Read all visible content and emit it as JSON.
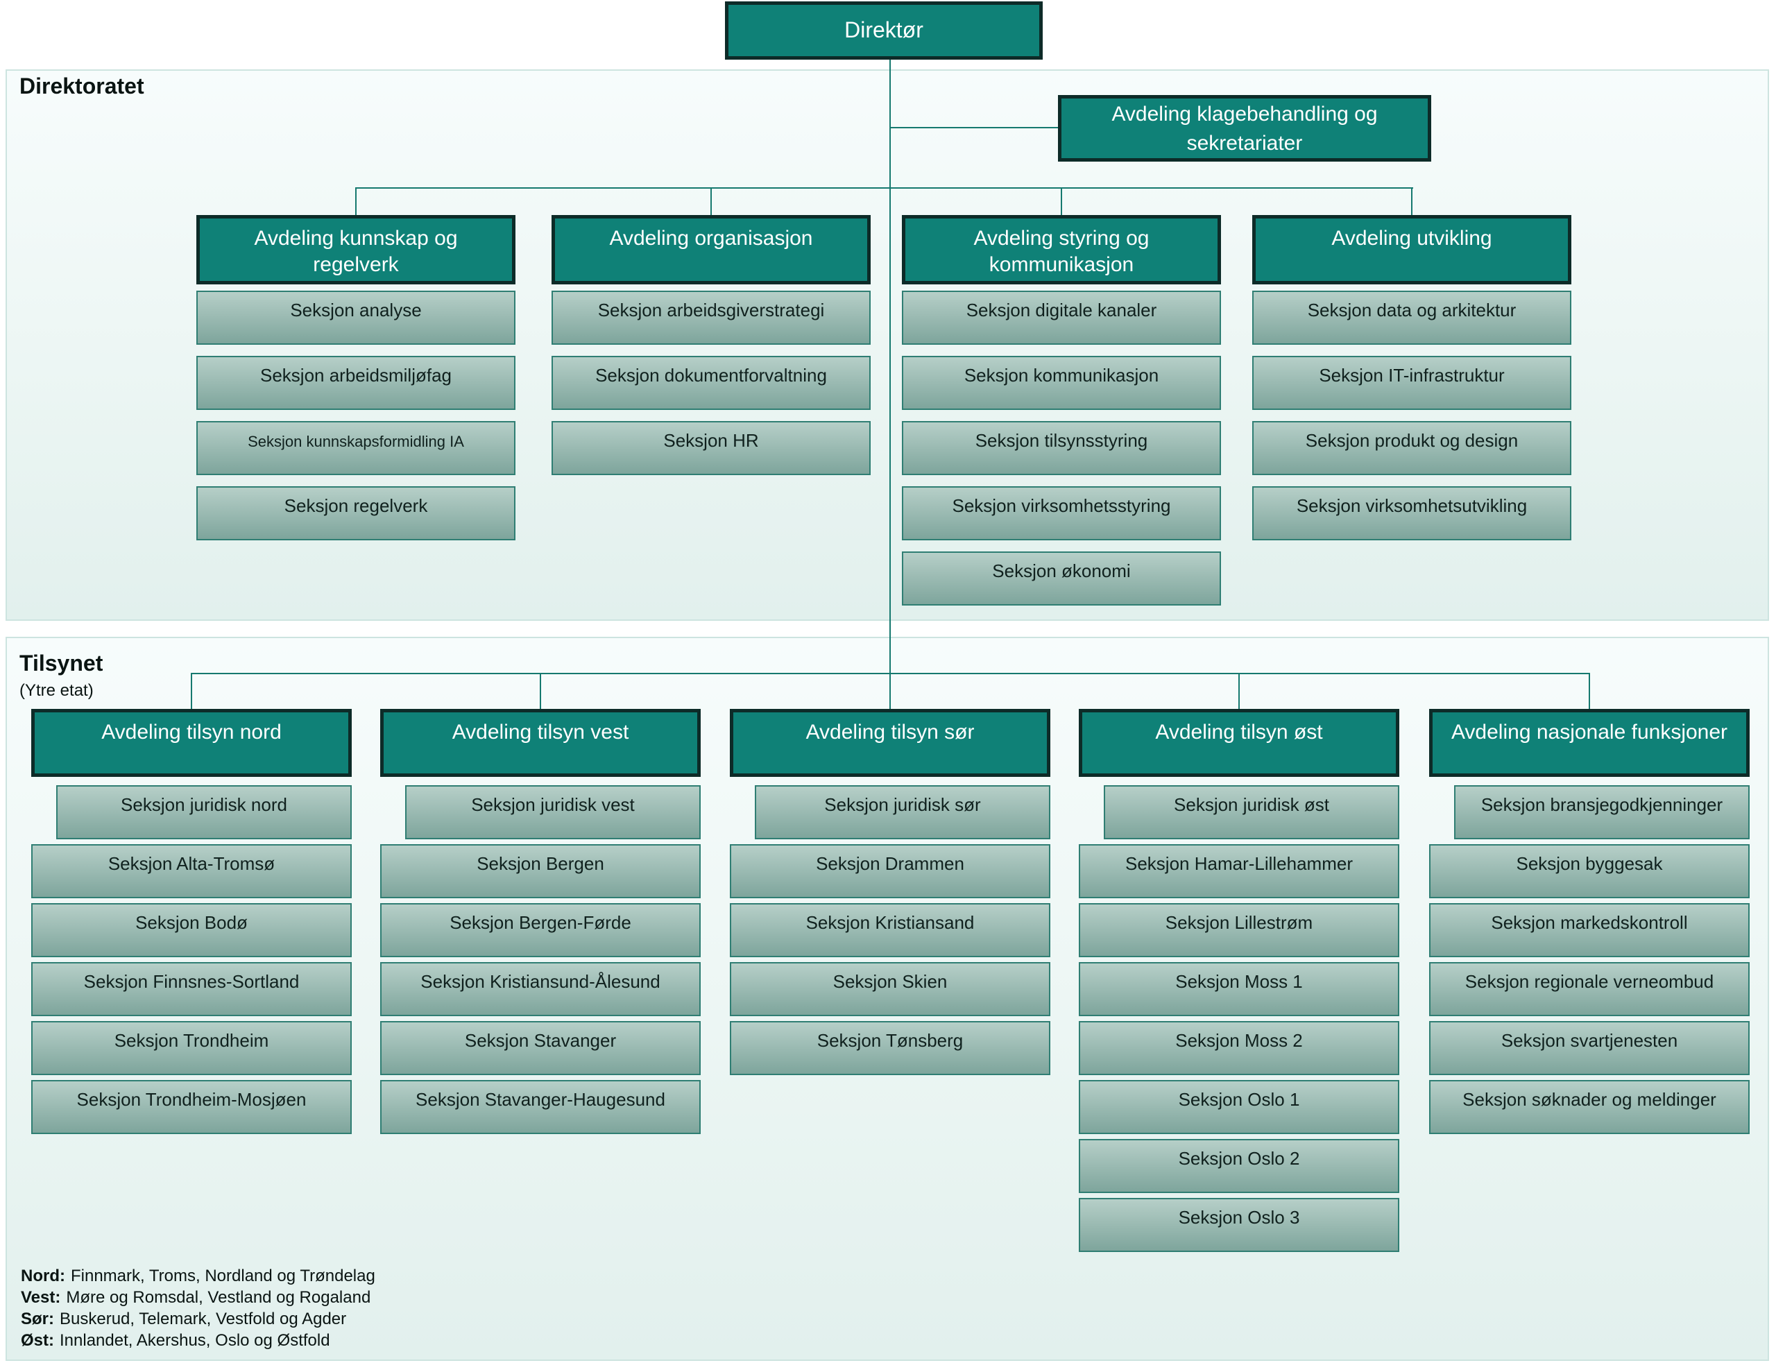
{
  "director_label": "Direktør",
  "direktoratet": {
    "band_label": "Direktoratet",
    "klage_label": "Avdeling klagebehandling og sekretariater",
    "departments": [
      {
        "label": "Avdeling kunnskap og regelverk",
        "sections": [
          "Seksjon analyse",
          "Seksjon arbeidsmiljøfag",
          "Seksjon kunnskapsformidling IA",
          "Seksjon regelverk"
        ]
      },
      {
        "label": "Avdeling organisasjon",
        "sections": [
          "Seksjon arbeidsgiverstrategi",
          "Seksjon dokumentforvaltning",
          "Seksjon HR"
        ]
      },
      {
        "label": "Avdeling styring og kommunikasjon",
        "sections": [
          "Seksjon digitale kanaler",
          "Seksjon kommunikasjon",
          "Seksjon tilsynsstyring",
          "Seksjon virksomhetsstyring",
          "Seksjon økonomi"
        ]
      },
      {
        "label": "Avdeling utvikling",
        "sections": [
          "Seksjon data og arkitektur",
          "Seksjon IT-infrastruktur",
          "Seksjon produkt og design",
          "Seksjon virksomhetsutvikling"
        ]
      }
    ]
  },
  "tilsynet": {
    "band_label": "Tilsynet",
    "band_sublabel": "(Ytre etat)",
    "departments": [
      {
        "label": "Avdeling tilsyn nord",
        "sections": [
          "Seksjon juridisk nord",
          "Seksjon Alta-Tromsø",
          "Seksjon Bodø",
          "Seksjon Finnsnes-Sortland",
          "Seksjon Trondheim",
          "Seksjon Trondheim-Mosjøen"
        ]
      },
      {
        "label": "Avdeling tilsyn vest",
        "sections": [
          "Seksjon juridisk vest",
          "Seksjon Bergen",
          "Seksjon Bergen-Førde",
          "Seksjon Kristiansund-Ålesund",
          "Seksjon Stavanger",
          "Seksjon Stavanger-Haugesund"
        ]
      },
      {
        "label": "Avdeling tilsyn sør",
        "sections": [
          "Seksjon juridisk sør",
          "Seksjon Drammen",
          "Seksjon Kristiansand",
          "Seksjon Skien",
          "Seksjon Tønsberg"
        ]
      },
      {
        "label": "Avdeling tilsyn øst",
        "sections": [
          "Seksjon juridisk øst",
          "Seksjon Hamar-Lillehammer",
          "Seksjon Lillestrøm",
          "Seksjon Moss 1",
          "Seksjon Moss 2",
          "Seksjon Oslo 1",
          "Seksjon Oslo 2",
          "Seksjon Oslo 3"
        ]
      },
      {
        "label": "Avdeling nasjonale funksjoner",
        "sections": [
          "Seksjon bransjegodkjenninger",
          "Seksjon byggesak",
          "Seksjon markedskontroll",
          "Seksjon regionale verneombud",
          "Seksjon svartjenesten",
          "Seksjon søknader og meldinger"
        ]
      }
    ]
  },
  "legend": {
    "rows": [
      {
        "label": "Nord:",
        "text": "Finnmark, Troms, Nordland og Trøndelag"
      },
      {
        "label": "Vest:",
        "text": "Møre og Romsdal, Vestland og Rogaland"
      },
      {
        "label": "Sør:",
        "text": "Buskerud, Telemark, Vestfold og Agder"
      },
      {
        "label": "Øst:",
        "text": "Innlandet, Akershus, Oslo og Østfold"
      }
    ]
  },
  "colors": {
    "department_fill": "#0F8177",
    "department_border": "#0D2B28",
    "section_gradient_top": "#B6CFC8",
    "section_gradient_bottom": "#7EA59C",
    "section_border": "#2F7E73",
    "connector_line": "#16796F",
    "band_border": "#CDE4E0",
    "band_fill_top": "#F7FCFC",
    "band_fill_bottom": "#E2F0ED",
    "text_dark": "#10211E",
    "text_light": "#FFFFFF"
  }
}
